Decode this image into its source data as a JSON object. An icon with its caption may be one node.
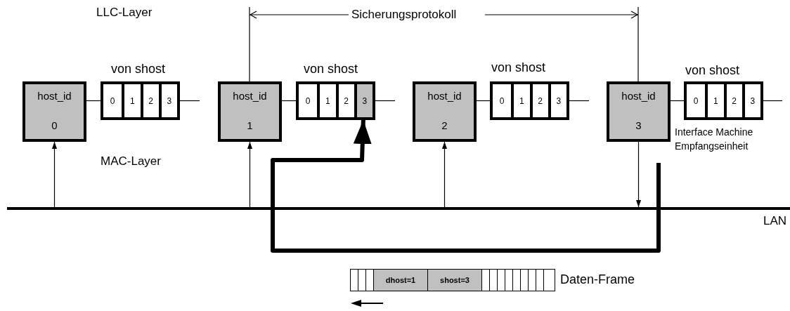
{
  "diagram": {
    "nodes": [
      {
        "text": [
          "host_id",
          "0"
        ]
      },
      {
        "text": [],
        "shape": "box",
        "beside": [
          "von shost"
        ]
      },
      {
        "text": [
          "0"
        ],
        "in": 1
      },
      {
        "text": [
          "1"
        ],
        "in": 1
      },
      {
        "text": [
          "2"
        ],
        "in": 1
      },
      {
        "text": [
          "3"
        ],
        "in": 1
      },
      {
        "text": [
          "host_id",
          "1"
        ]
      },
      {
        "text": [],
        "shape": "box",
        "beside": [
          "von shost"
        ]
      },
      {
        "text": [
          "0"
        ],
        "in": 7
      },
      {
        "text": [
          "1"
        ],
        "in": 7
      },
      {
        "text": [
          "2"
        ],
        "in": 7
      },
      {
        "text": [
          "3"
        ],
        "in": 7
      },
      {
        "text": [
          "host_id",
          "2"
        ]
      },
      {
        "text": [],
        "shape": "box",
        "beside": [
          "von shost"
        ]
      },
      {
        "text": [
          "0"
        ],
        "in": 13
      },
      {
        "text": [
          "1"
        ],
        "in": 13
      },
      {
        "text": [
          "2"
        ],
        "in": 13
      },
      {
        "text": [
          "3"
        ],
        "in": 13
      },
      {
        "text": [
          "host_id",
          "3"
        ]
      },
      {
        "text": [],
        "shape": "box",
        "beside": [
          "von shost",
          "Interface Machine Empfangseinheit"
        ]
      },
      {
        "text": [
          "0"
        ],
        "in": 19
      },
      {
        "text": [
          "1"
        ],
        "in": 19
      },
      {
        "text": [
          "2"
        ],
        "in": 19
      },
      {
        "text": [
          "3"
        ],
        "in": 19
      },
      {
        "text": [],
        "shape": "bar",
        "beside": [
          "LAN"
        ]
      },
      {
        "text": [
          "dhost=1",
          "shost=3"
        ],
        "beside": [
          "Daten-Frame"
        ]
      }
    ],
    "edges": [
      {
        "from": 0,
        "to": 1,
        "arrow": "none"
      },
      {
        "from": 6,
        "to": 7,
        "arrow": "none"
      },
      {
        "from": 12,
        "to": 13,
        "arrow": "none"
      },
      {
        "from": 18,
        "to": 19,
        "arrow": "none"
      },
      {
        "from": 1,
        "to": null,
        "arrow": "none"
      },
      {
        "from": 7,
        "to": null,
        "arrow": "none"
      },
      {
        "from": 13,
        "to": null,
        "arrow": "none"
      },
      {
        "from": 19,
        "to": null,
        "arrow": "none"
      },
      {
        "from": 24,
        "to": 0,
        "arrow": "to"
      },
      {
        "from": 24,
        "to": 6,
        "arrow": "to"
      },
      {
        "from": 24,
        "to": 12,
        "arrow": "to"
      },
      {
        "from": 18,
        "to": 24,
        "arrow": "to"
      },
      {
        "from": null,
        "to": 11,
        "arrow": "to",
        "style": "thick"
      }
    ],
    "labels": [
      "LLC-Layer",
      "Sicherungsprotokoll",
      "MAC-Layer"
    ]
  }
}
